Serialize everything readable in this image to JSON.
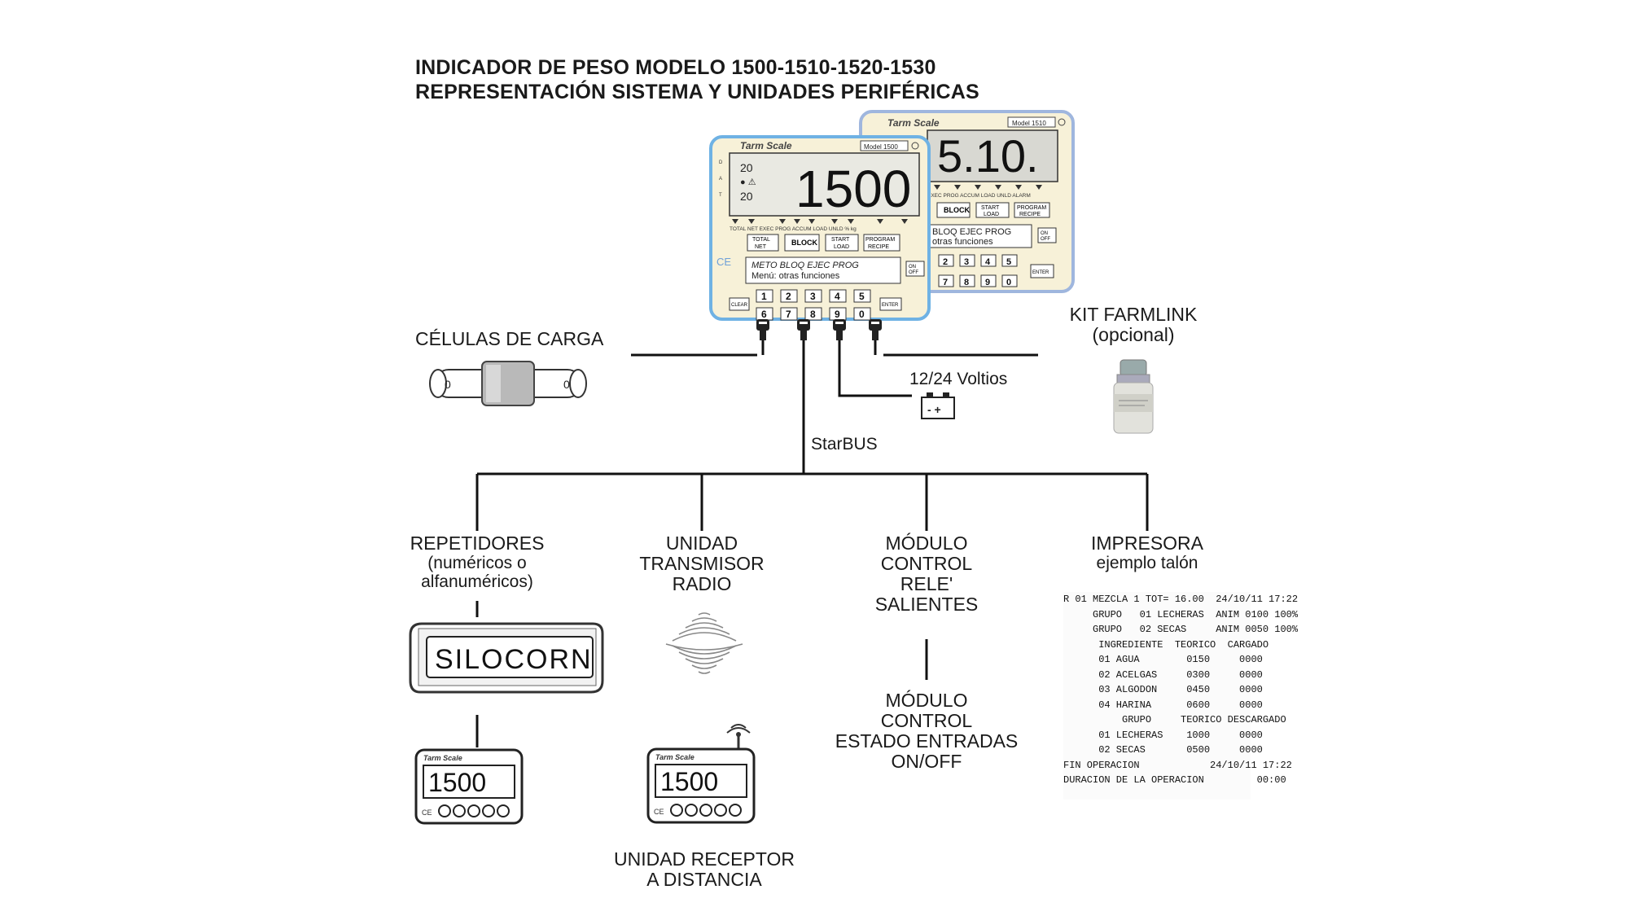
{
  "title": {
    "line1": "INDICADOR DE PESO MODELO 1500-1510-1520-1530",
    "line2": "REPRESENTACIÓN SISTEMA Y UNIDADES PERIFÉRICAS"
  },
  "indicator_front": {
    "brand": "Tarm Scale",
    "model": "Model 1500",
    "display_value": "1500",
    "side_values": [
      "20",
      "20"
    ],
    "indicator_labels": [
      "TOTAL",
      "NET",
      "EXEC",
      "PROG",
      "ACCUM",
      "LOAD",
      "UNLD",
      "%",
      "kg"
    ],
    "keys_top": [
      "TOTAL NET",
      "BLOCK",
      "START LOAD",
      "PROGRAM RECIPE"
    ],
    "text_display_line1": "METO BLOQ EJEC PROG",
    "text_display_line2": "Menú: otras funciones",
    "on_off_key": "ON OFF",
    "clear_key": "CLEAR",
    "enter_key": "ENTER",
    "digit_keys_row1": [
      "1",
      "2",
      "3",
      "4",
      "5"
    ],
    "digit_keys_row2": [
      "6",
      "7",
      "8",
      "9",
      "0"
    ],
    "ce_mark": "CE"
  },
  "indicator_back": {
    "brand": "Tarm Scale",
    "model": "Model 1510",
    "display_value": "5.10.",
    "indicator_labels": [
      "EXEC",
      "PROG",
      "ACCUM",
      "LOAD",
      "UNLD",
      "ALARM"
    ],
    "keys_top": [
      "BLOCK",
      "START LOAD",
      "PROGRAM RECIPE"
    ],
    "text_display_line1": "BLOQ EJEC PROG",
    "text_display_line2": "otras funciones",
    "on_off_key": "ON OFF",
    "enter_key": "ENTER",
    "digit_keys_row1": [
      "2",
      "3",
      "4",
      "5"
    ],
    "digit_keys_row2": [
      "7",
      "8",
      "9",
      "0"
    ]
  },
  "labels": {
    "load_cells": "CÉLULAS DE CARGA",
    "farmlink_line1": "KIT FARMLINK",
    "farmlink_line2": "(opcional)",
    "power": "12/24 Voltios",
    "battery": "- +",
    "bus": "StarBUS",
    "repeaters_line1": "REPETIDORES",
    "repeaters_line2": "(numéricos o",
    "repeaters_line3": "alfanuméricos)",
    "radio_line1": "UNIDAD",
    "radio_line2": "TRANSMISOR",
    "radio_line3": "RADIO",
    "relay_line1": "MÓDULO",
    "relay_line2": "CONTROL",
    "relay_line3": "RELE'",
    "relay_line4": "SALIENTES",
    "inputs_line1": "MÓDULO",
    "inputs_line2": "CONTROL",
    "inputs_line3": "ESTADO ENTRADAS",
    "inputs_line4": "ON/OFF",
    "printer_line1": "IMPRESORA",
    "printer_line2": "ejemplo talón",
    "receiver_line1": "UNIDAD RECEPTOR",
    "receiver_line2": "A DISTANCIA"
  },
  "repeater_display": "SILOCORN",
  "small_display_1": {
    "brand": "Tarm Scale",
    "value": "1500"
  },
  "small_display_2": {
    "brand": "Tarm Scale",
    "value": "1500"
  },
  "ticket_lines": [
    "R 01 MEZCLA 1 TOT= 16.00  24/10/11 17:22",
    "     GRUPO   01 LECHERAS  ANIM 0100 100%",
    "     GRUPO   02 SECAS     ANIM 0050 100%",
    "      INGREDIENTE  TEORICO  CARGADO",
    "      01 AGUA        0150     0000",
    "      02 ACELGAS     0300     0000",
    "      03 ALGODON     0450     0000",
    "      04 HARINA      0600     0000",
    "          GRUPO     TEORICO DESCARGADO",
    "      01 LECHERAS    1000     0000",
    "      02 SECAS       0500     0000",
    "FIN OPERACION            24/10/11 17:22",
    "DURACION DE LA OPERACION         00:00"
  ],
  "colors": {
    "front_border": "#6fb2e4",
    "back_border": "#9fb6de",
    "panel_fill": "#f7f1d8",
    "display_fill": "#e9e9e2",
    "line": "#111111"
  }
}
